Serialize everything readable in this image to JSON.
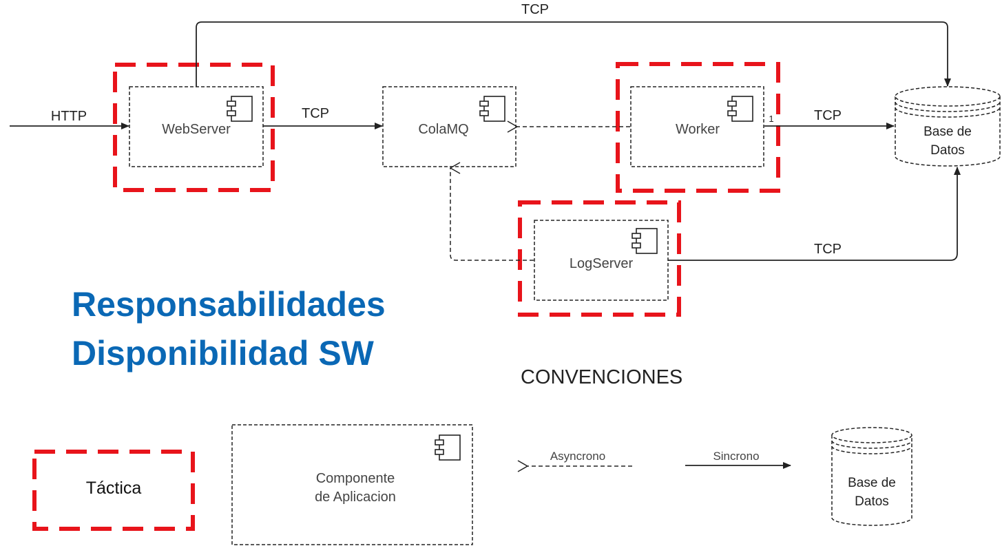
{
  "title": {
    "line1": "Responsabilidades",
    "line2": "Disponibilidad SW"
  },
  "components": {
    "webserver": "WebServer",
    "colamq": "ColaMQ",
    "worker": "Worker",
    "logserver": "LogServer"
  },
  "database": {
    "line1": "Base de",
    "line2": "Datos"
  },
  "connectors": {
    "http": "HTTP",
    "tcp_top": "TCP",
    "tcp_web_cola": "TCP",
    "tcp_worker_db": "TCP",
    "tcp_log_db": "TCP",
    "multiplicity": "1"
  },
  "legend": {
    "heading": "CONVENCIONES",
    "tactic": "Táctica",
    "component_line1": "Componente",
    "component_line2": "de Aplicacion",
    "async": "Asyncrono",
    "sync": "Sincrono",
    "db_line1": "Base de",
    "db_line2": "Datos"
  },
  "colors": {
    "tactic_red": "#e8141b",
    "title_blue": "#0a68b5",
    "line": "#222222",
    "component_text": "#444444"
  },
  "icons": {
    "component": "uml-component-icon",
    "database": "database-cylinder-icon"
  }
}
